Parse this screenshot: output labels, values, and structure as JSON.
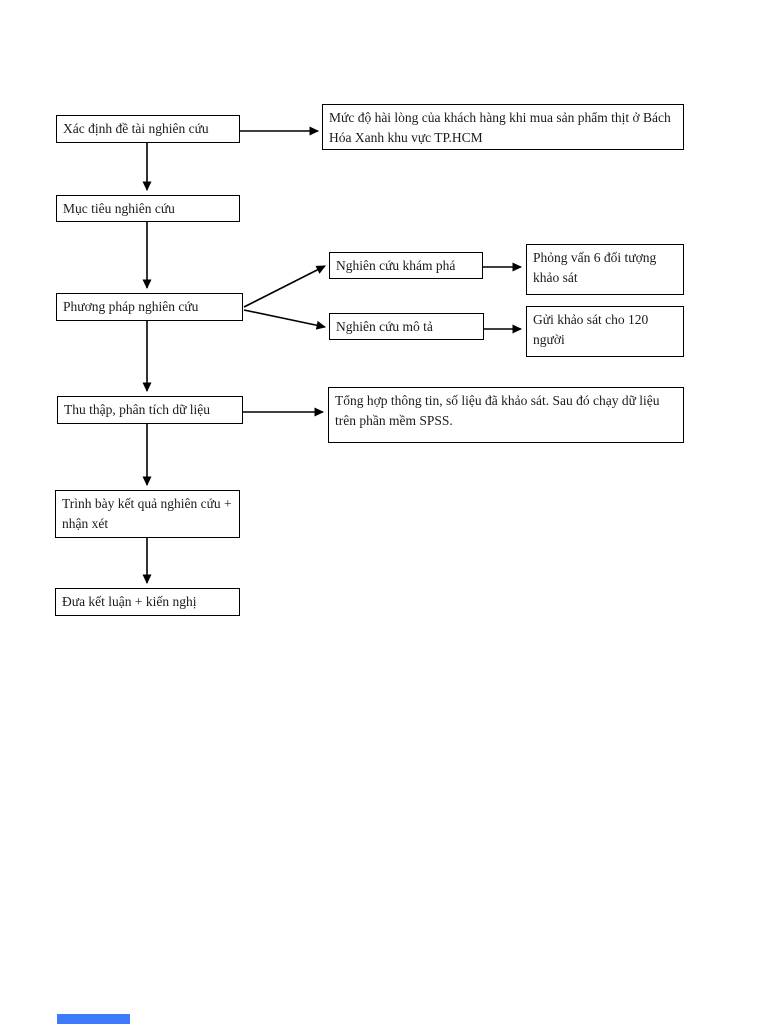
{
  "page": {
    "background": "#ffffff"
  },
  "colors": {
    "box_border": "#000000",
    "text": "#1a1a1a",
    "arrow": "#000000",
    "bottom_bar": "#3e7bfa"
  },
  "flowchart": {
    "nodes": {
      "topic": {
        "label": "Xác định đề tài nghiên cứu"
      },
      "topic_detail": {
        "label": "Mức độ hài lòng của khách hàng khi mua sản phẩm thịt ở Bách Hóa Xanh khu vực TP.HCM"
      },
      "objective": {
        "label": "Mục tiêu nghiên cứu"
      },
      "method": {
        "label": "Phương pháp nghiên cứu"
      },
      "exploratory": {
        "label": "Nghiên cứu khám phá"
      },
      "descriptive": {
        "label": "Nghiên cứu mô tả"
      },
      "interview": {
        "label": "Phỏng vấn 6 đối tượng khảo sát"
      },
      "survey": {
        "label": "Gửi khảo sát cho 120 người"
      },
      "collect": {
        "label": "Thu thập, phân tích dữ liệu"
      },
      "aggregate": {
        "label": "Tổng hợp thông tin, số liệu đã khảo sát. Sau đó chạy dữ liệu trên phần mềm SPSS."
      },
      "present": {
        "label": "Trình bày kết quả nghiên cứu + nhận xét"
      },
      "conclusion": {
        "label": "Đưa kết luận + kiến nghị"
      }
    },
    "edges": [
      {
        "from": "topic",
        "to": "topic_detail"
      },
      {
        "from": "topic",
        "to": "objective"
      },
      {
        "from": "objective",
        "to": "method"
      },
      {
        "from": "method",
        "to": "exploratory"
      },
      {
        "from": "method",
        "to": "descriptive"
      },
      {
        "from": "exploratory",
        "to": "interview"
      },
      {
        "from": "descriptive",
        "to": "survey"
      },
      {
        "from": "method",
        "to": "collect"
      },
      {
        "from": "collect",
        "to": "aggregate"
      },
      {
        "from": "collect",
        "to": "present"
      },
      {
        "from": "present",
        "to": "conclusion"
      }
    ]
  }
}
